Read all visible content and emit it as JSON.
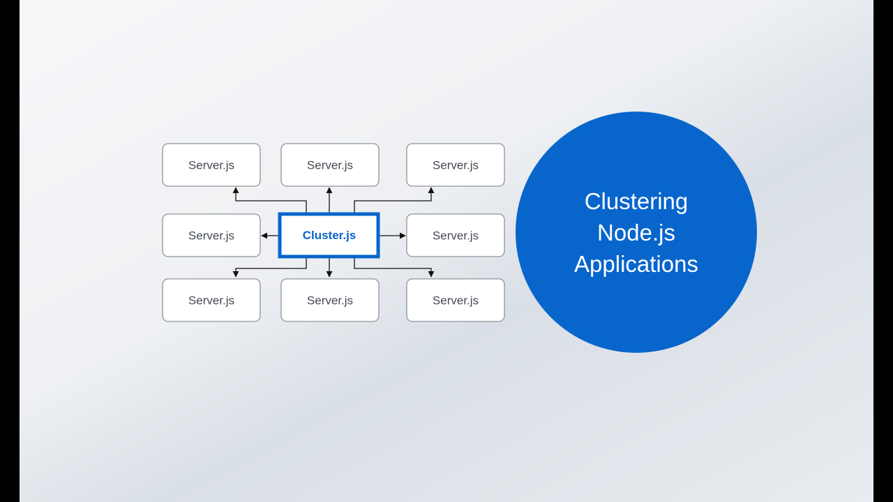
{
  "colors": {
    "accent": "#0865cc",
    "box_border": "#8f9398",
    "box_fill": "#ffffff",
    "arrow": "#111111"
  },
  "diagram": {
    "center": {
      "label": "Cluster.js"
    },
    "workers": [
      "Server.js",
      "Server.js",
      "Server.js",
      "Server.js",
      "Server.js",
      "Server.js",
      "Server.js",
      "Server.js"
    ]
  },
  "title": {
    "lines": [
      "Clustering",
      "Node.js",
      "Applications"
    ]
  }
}
